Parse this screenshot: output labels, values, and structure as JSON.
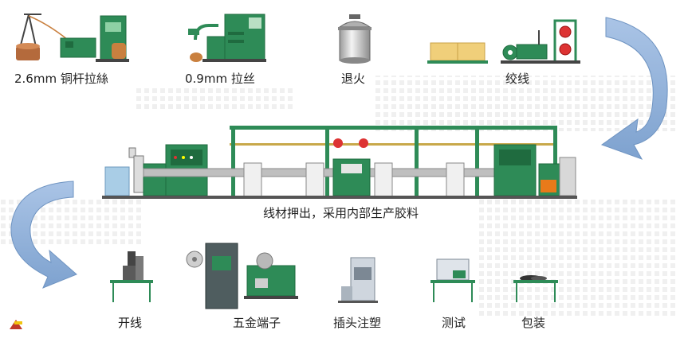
{
  "process": {
    "row1": [
      {
        "label": "2.6mm 铜杆拉絲"
      },
      {
        "label": "0.9mm 拉丝"
      },
      {
        "label": "退火"
      },
      {
        "label": "绞线"
      }
    ],
    "extrusion_label": "线材押出，采用内部生产胶料",
    "row3": [
      {
        "label": "开线"
      },
      {
        "label": "五金端子"
      },
      {
        "label": "插头注塑"
      },
      {
        "label": "测试"
      },
      {
        "label": "包装"
      }
    ]
  },
  "colors": {
    "machine_green": "#2e8b57",
    "dark_green": "#1f6b3f",
    "arrow_blue": "#8fb0d8",
    "rail": "#c8a84a",
    "dot_grey": "#e3e3e3"
  },
  "icons": [
    "copper-rod-drawing-machine-icon",
    "wire-drawing-machine-icon",
    "annealing-tank-icon",
    "stranding-machine-icon",
    "extrusion-line-icon",
    "cutting-machine-icon",
    "terminal-crimping-machine-icon",
    "plug-injection-molding-icon",
    "testing-station-icon",
    "packing-table-icon",
    "logo-icon"
  ]
}
